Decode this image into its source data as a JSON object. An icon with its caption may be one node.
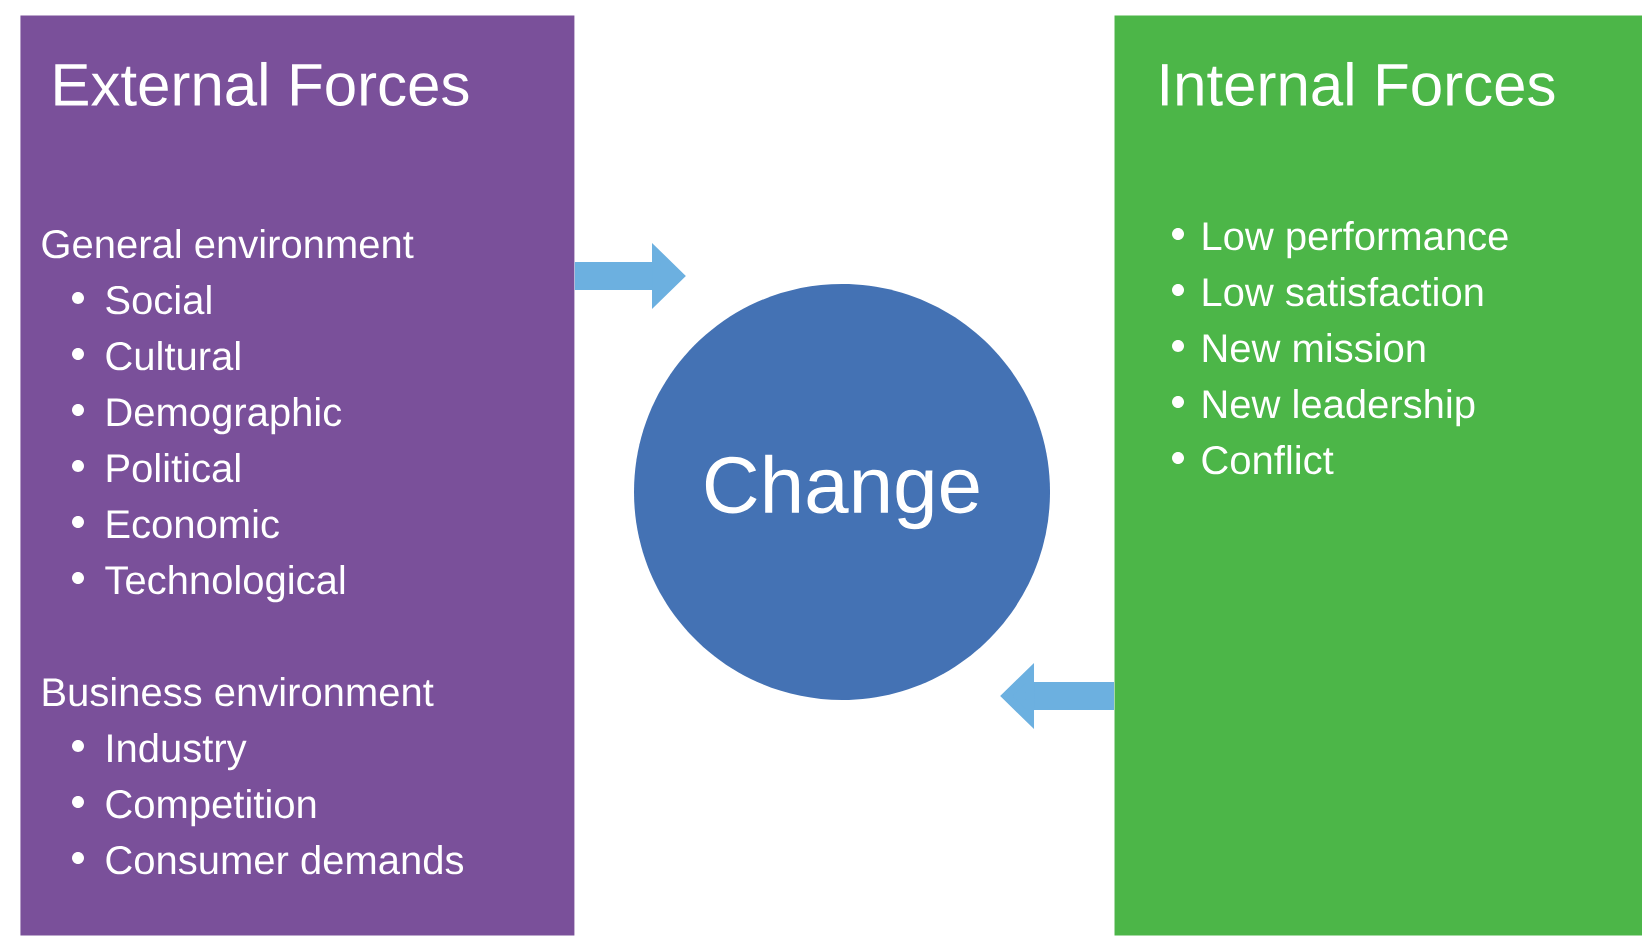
{
  "diagram": {
    "nodes": [
      {
        "text": [
          "External Forces",
          "General environment",
          "Social",
          "Cultural",
          "Demographic",
          "Political",
          "Economic",
          "Technological",
          "Business environment",
          "Industry",
          "Competition",
          "Consumer demands"
        ]
      },
      {
        "text": [
          "Change"
        ]
      },
      {
        "text": [
          "Internal Forces",
          "Low performance",
          "Low satisfaction",
          "New mission",
          "New leadership",
          "Conflict"
        ]
      }
    ],
    "edges": [
      {
        "from": 0,
        "to": 1,
        "arrow": "to"
      },
      {
        "from": 2,
        "to": 1,
        "arrow": "to"
      }
    ]
  }
}
